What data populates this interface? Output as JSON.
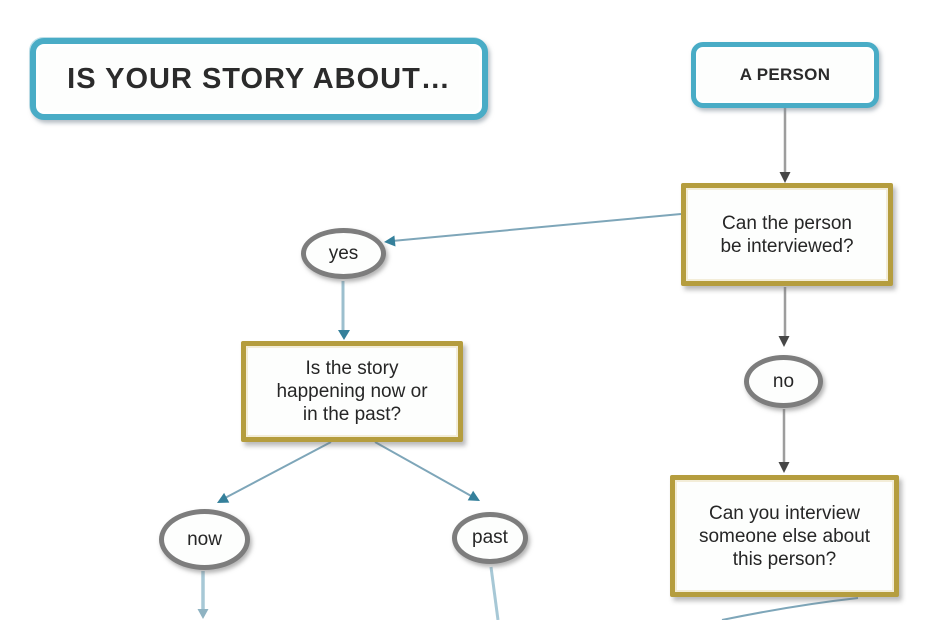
{
  "diagram": {
    "type": "flowchart",
    "colors": {
      "teal_border": "#49acc6",
      "gold_border": "#b59d3e",
      "oval_border": "#7d7d7d",
      "gray_connector": "#9d9d9d",
      "gray_arrowhead": "#474747",
      "teal_connector": "#7ea6b9",
      "teal_arrowhead": "#35809b",
      "light_blue_connector": "#a7c8d6",
      "text": "#262626"
    }
  },
  "nodes": {
    "title": {
      "label": "IS YOUR STORY ABOUT…"
    },
    "person": {
      "label": "A PERSON"
    },
    "q_interview": {
      "label": "Can the person be interviewed?",
      "lines": [
        "Can the person",
        "be interviewed?"
      ]
    },
    "yes": {
      "label": "yes"
    },
    "no": {
      "label": "no"
    },
    "q_when": {
      "label": "Is the story happening now or in the past?",
      "lines": [
        "Is the story",
        "happening now or",
        "in the past?"
      ]
    },
    "now": {
      "label": "now"
    },
    "past": {
      "label": "past"
    },
    "q_other": {
      "label": "Can you interview someone else about this person?",
      "lines": [
        "Can you interview",
        "someone else about",
        "this person?"
      ]
    }
  },
  "edges": [
    {
      "from": "person",
      "to": "q_interview"
    },
    {
      "from": "q_interview",
      "to": "yes"
    },
    {
      "from": "q_interview",
      "to": "no"
    },
    {
      "from": "yes",
      "to": "q_when"
    },
    {
      "from": "q_when",
      "to": "now"
    },
    {
      "from": "q_when",
      "to": "past"
    },
    {
      "from": "no",
      "to": "q_other"
    }
  ]
}
